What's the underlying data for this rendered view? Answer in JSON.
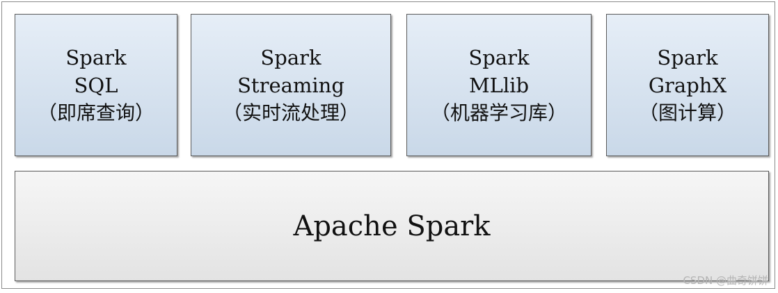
{
  "modules": [
    {
      "line1": "Spark",
      "line2": "SQL",
      "line3": "（即席查询）"
    },
    {
      "line1": "Spark",
      "line2": "Streaming",
      "line3": "（实时流处理）"
    },
    {
      "line1": "Spark",
      "line2": "MLlib",
      "line3": "（机器学习库）"
    },
    {
      "line1": "Spark",
      "line2": "GraphX",
      "line3": "（图计算）"
    }
  ],
  "core": {
    "label": "Apache Spark"
  },
  "watermark": "CSDN @曲奇饼饼"
}
